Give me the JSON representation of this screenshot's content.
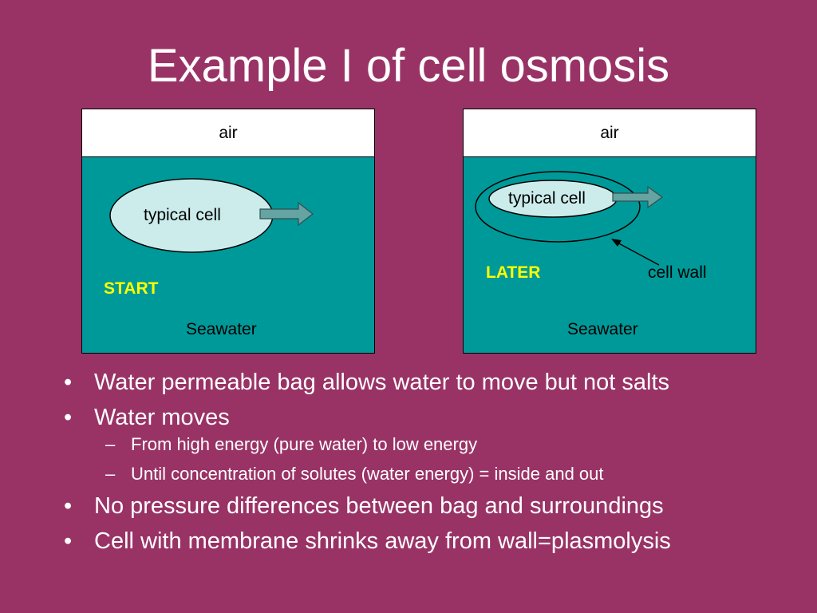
{
  "slide": {
    "title": "Example I of cell osmosis"
  },
  "diagram_start": {
    "air_label": "air",
    "cell_label": "typical cell",
    "stage_label": "START",
    "water_label": "Seawater"
  },
  "diagram_later": {
    "air_label": "air",
    "cell_label": "typical cell",
    "stage_label": "LATER",
    "wall_label": "cell wall",
    "water_label": "Seawater"
  },
  "bullets": [
    {
      "text": "Water permeable bag allows water to move but not salts"
    },
    {
      "text": "Water moves",
      "subs": [
        "From high energy (pure water) to low energy",
        "Until concentration of solutes (water energy) = inside and out"
      ]
    },
    {
      "text": "No pressure differences between bag and surroundings"
    },
    {
      "text": "Cell with membrane shrinks away from wall=plasmolysis"
    }
  ],
  "markers": {
    "bullet": "•",
    "dash": "–"
  },
  "colors": {
    "background": "#993366",
    "seawater": "#009999",
    "cell_fill": "#ccecec",
    "arrow_fill": "#66a3a3",
    "stage_text": "#ffff00"
  }
}
